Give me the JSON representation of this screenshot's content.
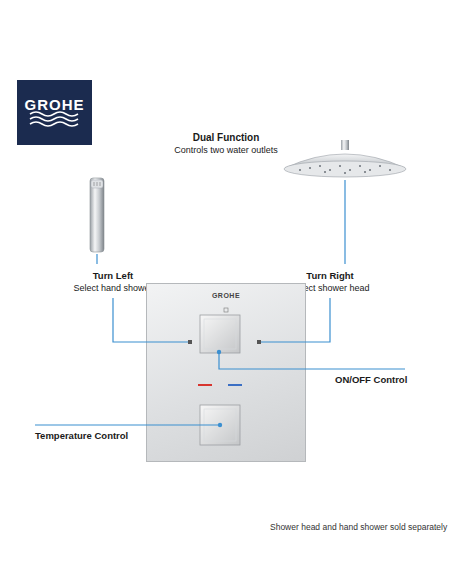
{
  "diagram": {
    "title": "Dual Function",
    "caption": "Shower head and hand shower sold separately",
    "nodes": [
      {
        "text": [
          "GROHE"
        ]
      },
      {
        "text": [
          "GROHE"
        ]
      }
    ],
    "labels": [
      "Controls two water outlets",
      "Turn Left",
      "Select hand shower",
      "Turn Right",
      "Select shower head",
      "ON/OFF Control",
      "Temperature Control"
    ]
  }
}
